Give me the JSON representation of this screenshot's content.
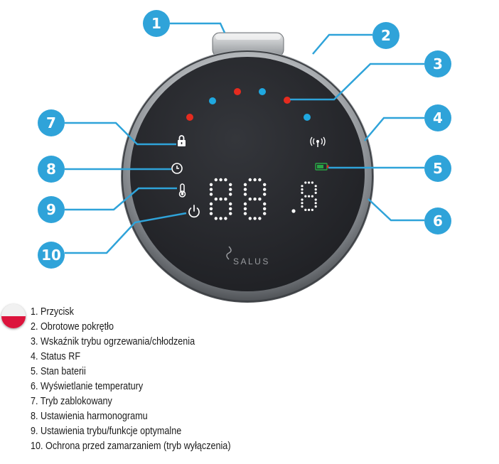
{
  "display": {
    "brand": "SALUS",
    "digits": "88.8",
    "dot_colors": [
      "red",
      "blue",
      "red",
      "blue",
      "red",
      "blue"
    ]
  },
  "colors": {
    "callout": "#2fa3d9",
    "heat_dot": "#e52b1f",
    "cool_dot": "#1fa8e0",
    "display_bg": "#27282c",
    "battery": "#28a745"
  },
  "icons": [
    "lock-icon",
    "clock-icon",
    "thermometer-icon",
    "power-icon",
    "antenna-icon",
    "battery-icon"
  ],
  "callouts": [
    "1",
    "2",
    "3",
    "4",
    "5",
    "6",
    "7",
    "8",
    "9",
    "10"
  ],
  "legend": [
    "1. Przycisk",
    "2. Obrotowe pokrętło",
    "3. Wskaźnik trybu ogrzewania/chłodzenia",
    "4. Status RF",
    "5. Stan baterii",
    "6. Wyświetlanie temperatury",
    "7. Tryb zablokowany",
    "8. Ustawienia harmonogramu",
    "9. Ustawienia trybu/funkcje optymalne",
    "10. Ochrona przed zamarzaniem (tryb wyłączenia)"
  ]
}
